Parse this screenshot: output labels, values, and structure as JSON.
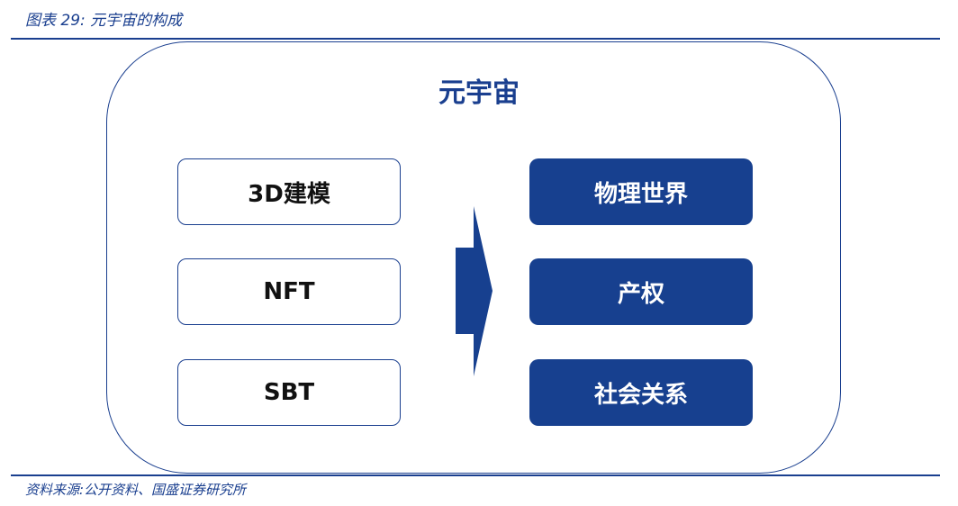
{
  "caption": "图表 29:  元宇宙的构成",
  "source": "资料来源:公开资料、国盛证券研究所",
  "title": "元宇宙",
  "inputs": [
    "3D建模",
    "NFT",
    "SBT"
  ],
  "outputs": [
    "物理世界",
    "产权",
    "社会关系"
  ],
  "colors": {
    "accent": "#17408f"
  }
}
